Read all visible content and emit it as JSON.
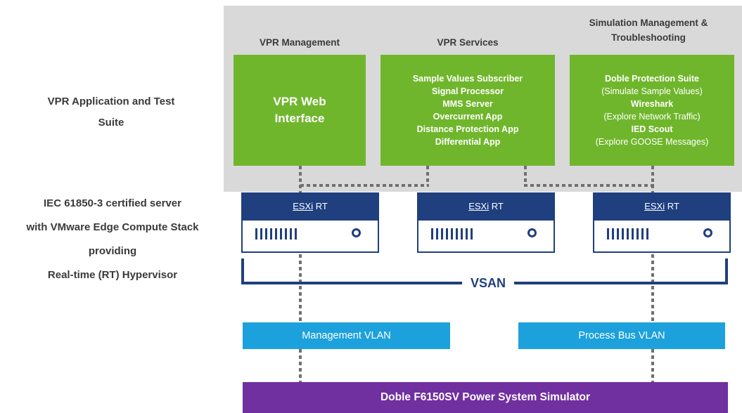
{
  "left_labels": {
    "app_suite": [
      "VPR Application and Test",
      "Suite"
    ],
    "server": [
      "IEC 61850-3 certified server",
      "with VMware Edge Compute Stack",
      "providing",
      "Real-time (RT) Hypervisor"
    ]
  },
  "columns": [
    {
      "heading": [
        "VPR Management"
      ],
      "box_style": "big",
      "lines": [
        {
          "text": "VPR Web",
          "bold": true
        },
        {
          "text": "Interface",
          "bold": true
        }
      ]
    },
    {
      "heading": [
        "VPR Services"
      ],
      "box_style": "small",
      "lines": [
        {
          "text": "Sample Values Subscriber",
          "bold": true
        },
        {
          "text": "Signal Processor",
          "bold": true
        },
        {
          "text": "MMS Server",
          "bold": true
        },
        {
          "text": "Overcurrent App",
          "bold": true
        },
        {
          "text": "Distance Protection App",
          "bold": true
        },
        {
          "text": "Differential App",
          "bold": true
        }
      ]
    },
    {
      "heading": [
        "Simulation Management &",
        "Troubleshooting"
      ],
      "box_style": "small",
      "lines": [
        {
          "text": "Doble Protection Suite",
          "bold": true
        },
        {
          "text": "(Simulate Sample Values)",
          "bold": false
        },
        {
          "text": "Wireshark",
          "bold": true
        },
        {
          "text": "(Explore Network Traffic)",
          "bold": false
        },
        {
          "text": "IED Scout",
          "bold": true
        },
        {
          "text": "(Explore GOOSE Messages)",
          "bold": false
        }
      ]
    }
  ],
  "servers": [
    {
      "label_esxi": "ESXi",
      "label_rt": " RT"
    },
    {
      "label_esxi": "ESXi",
      "label_rt": " RT"
    },
    {
      "label_esxi": "ESXi",
      "label_rt": " RT"
    }
  ],
  "vsan_label": "VSAN",
  "vlans": {
    "management": "Management VLAN",
    "process_bus": "Process Bus VLAN"
  },
  "simulator": "Doble F6150SV Power System Simulator",
  "colors": {
    "panel_gray": "#d9d9d9",
    "green": "#70b62c",
    "navy": "#1f3f7f",
    "vlan_blue": "#1da1dc",
    "purple": "#7030a0",
    "dotted_gray": "#707070"
  }
}
